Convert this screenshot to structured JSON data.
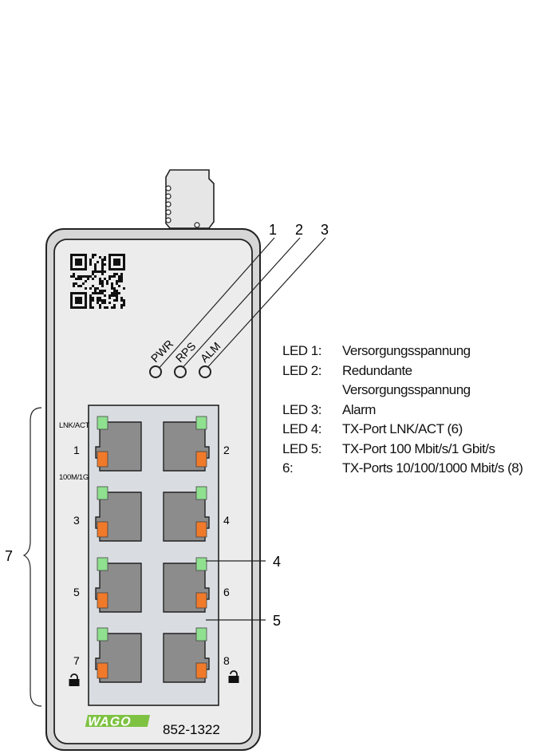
{
  "device": {
    "model": "852-1322",
    "brand": "WAGO"
  },
  "leds": {
    "pwr": "PWR",
    "rps": "RPS",
    "alm": "ALM"
  },
  "port_labels": {
    "lnk_act": "LNK/ACT",
    "speed": "100M/1G"
  },
  "ports": [
    "1",
    "2",
    "3",
    "4",
    "5",
    "6",
    "7",
    "8"
  ],
  "callouts": [
    "1",
    "2",
    "3",
    "4",
    "5",
    "7"
  ],
  "legend": [
    {
      "key": "LED 1:",
      "value": "Versorgungsspannung"
    },
    {
      "key": "LED 2:",
      "value": "Redundante"
    },
    {
      "key": "",
      "value": "Versorgungsspannung"
    },
    {
      "key": "LED 3:",
      "value": "Alarm"
    },
    {
      "key": "LED 4:",
      "value": "TX-Port LNK/ACT (6)"
    },
    {
      "key": "LED 5:",
      "value": "TX-Port 100 Mbit/s/1 Gbit/s"
    },
    {
      "key": "6:",
      "value": "TX-Ports 10/100/1000 Mbit/s (8)"
    }
  ],
  "colors": {
    "housing": "#ececec",
    "port_panel": "#d9dde1",
    "port_body": "#8c8c8c",
    "led_green": "#8fe08f",
    "led_orange": "#f07a2a",
    "wago_green": "#7ec242"
  }
}
